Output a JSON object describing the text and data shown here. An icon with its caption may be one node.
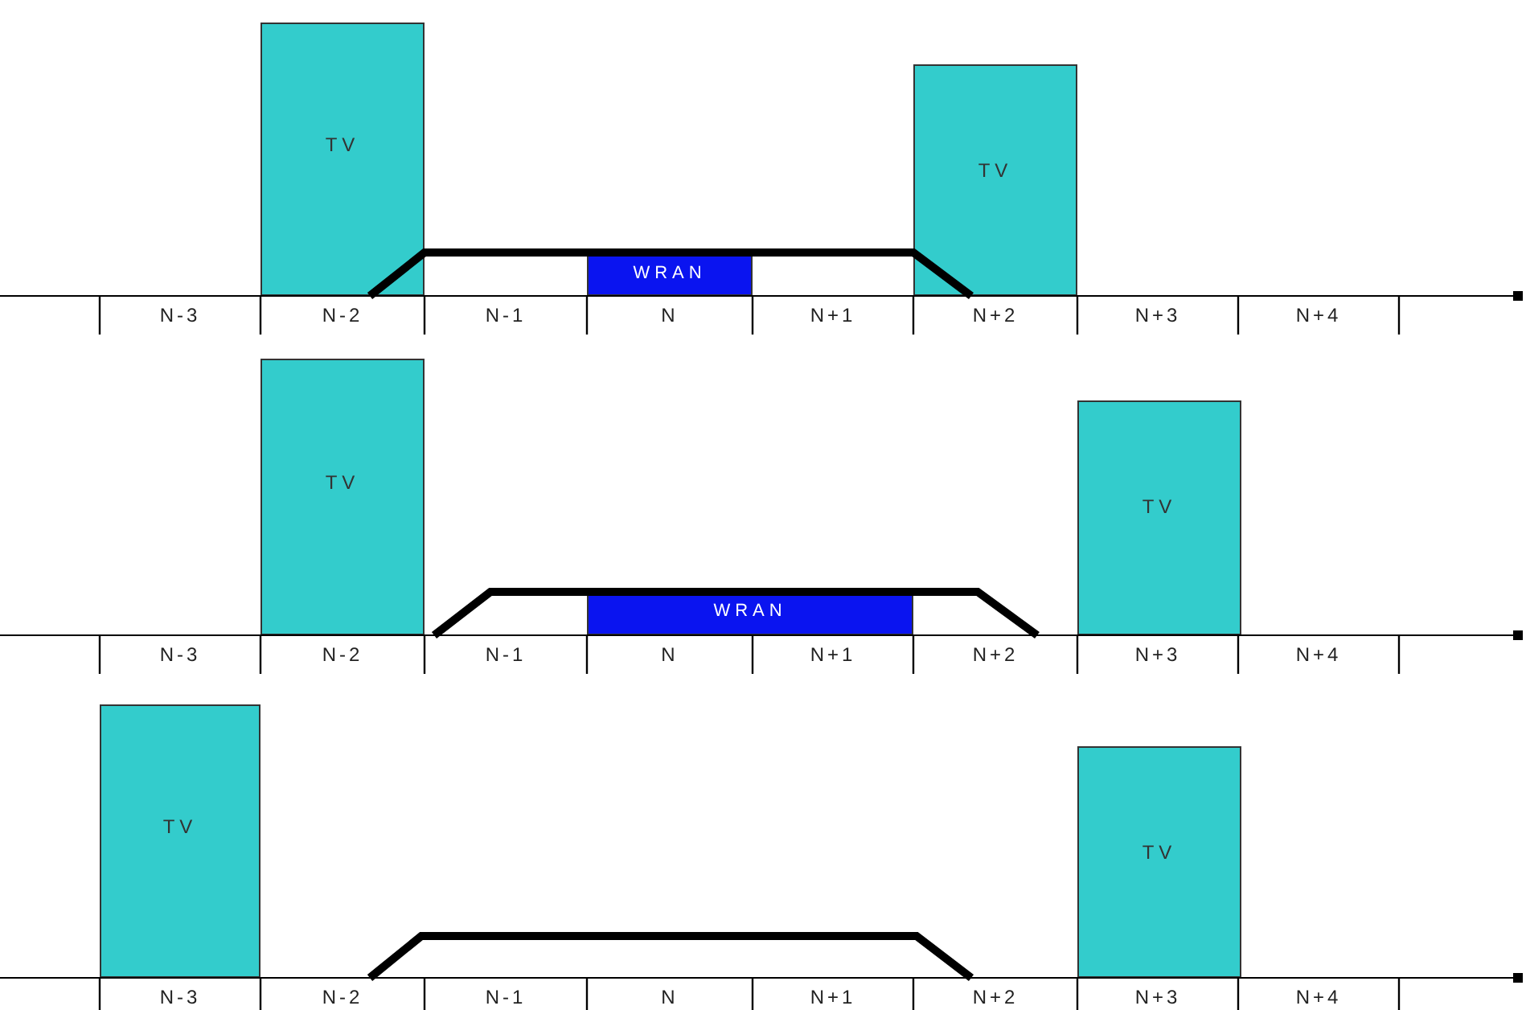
{
  "diagram": {
    "nodes": [
      {
        "text": [
          "TV"
        ]
      },
      {
        "text": [
          "WRAN"
        ]
      },
      {
        "text": [
          "TV"
        ]
      },
      {
        "text": [
          "TV"
        ]
      },
      {
        "text": [
          "WRAN"
        ]
      },
      {
        "text": [
          "TV"
        ]
      },
      {
        "text": [
          "TV"
        ]
      },
      {
        "text": [
          "TV"
        ]
      }
    ],
    "labels": [
      "N-3",
      "N-2",
      "N-1",
      "N",
      "N+1",
      "N+2",
      "N+3",
      "N+4",
      "N-3",
      "N-2",
      "N-1",
      "N",
      "N+1",
      "N+2",
      "N+3",
      "N+4",
      "N-3",
      "N-2",
      "N-1",
      "N",
      "N+1",
      "N+2",
      "N+3",
      "N+4"
    ]
  }
}
